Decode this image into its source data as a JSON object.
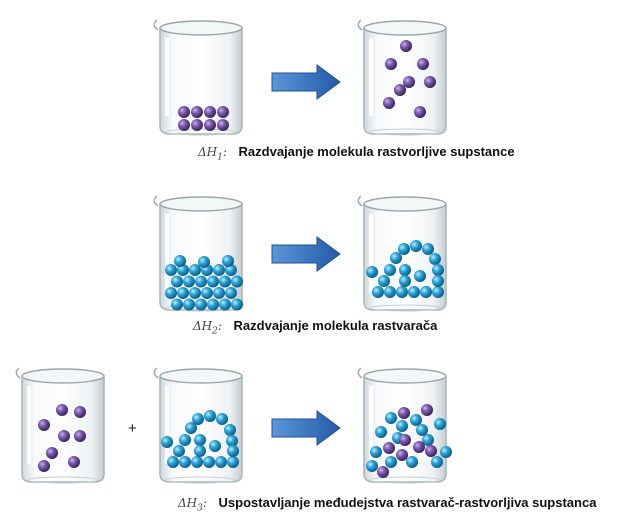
{
  "steps": [
    {
      "symbol": "ΔH",
      "sub": "1",
      "colon": ":",
      "text": "Razdvajanje molekula rastvorljive supstance"
    },
    {
      "symbol": "ΔH",
      "sub": "2",
      "colon": ":",
      "text": "Razdvajanje molekula rastvarača"
    },
    {
      "symbol": "ΔH",
      "sub": "3",
      "colon": ":",
      "text": "Uspostavljanje međudejstva  rastvarač-rastvorljiva supstanca"
    }
  ],
  "plus": "+",
  "colors": {
    "solute": "#6a4a9a",
    "solvent": "#2a9ac8",
    "arrow": "#2f6fb8",
    "glass": "#b9c3c8"
  }
}
